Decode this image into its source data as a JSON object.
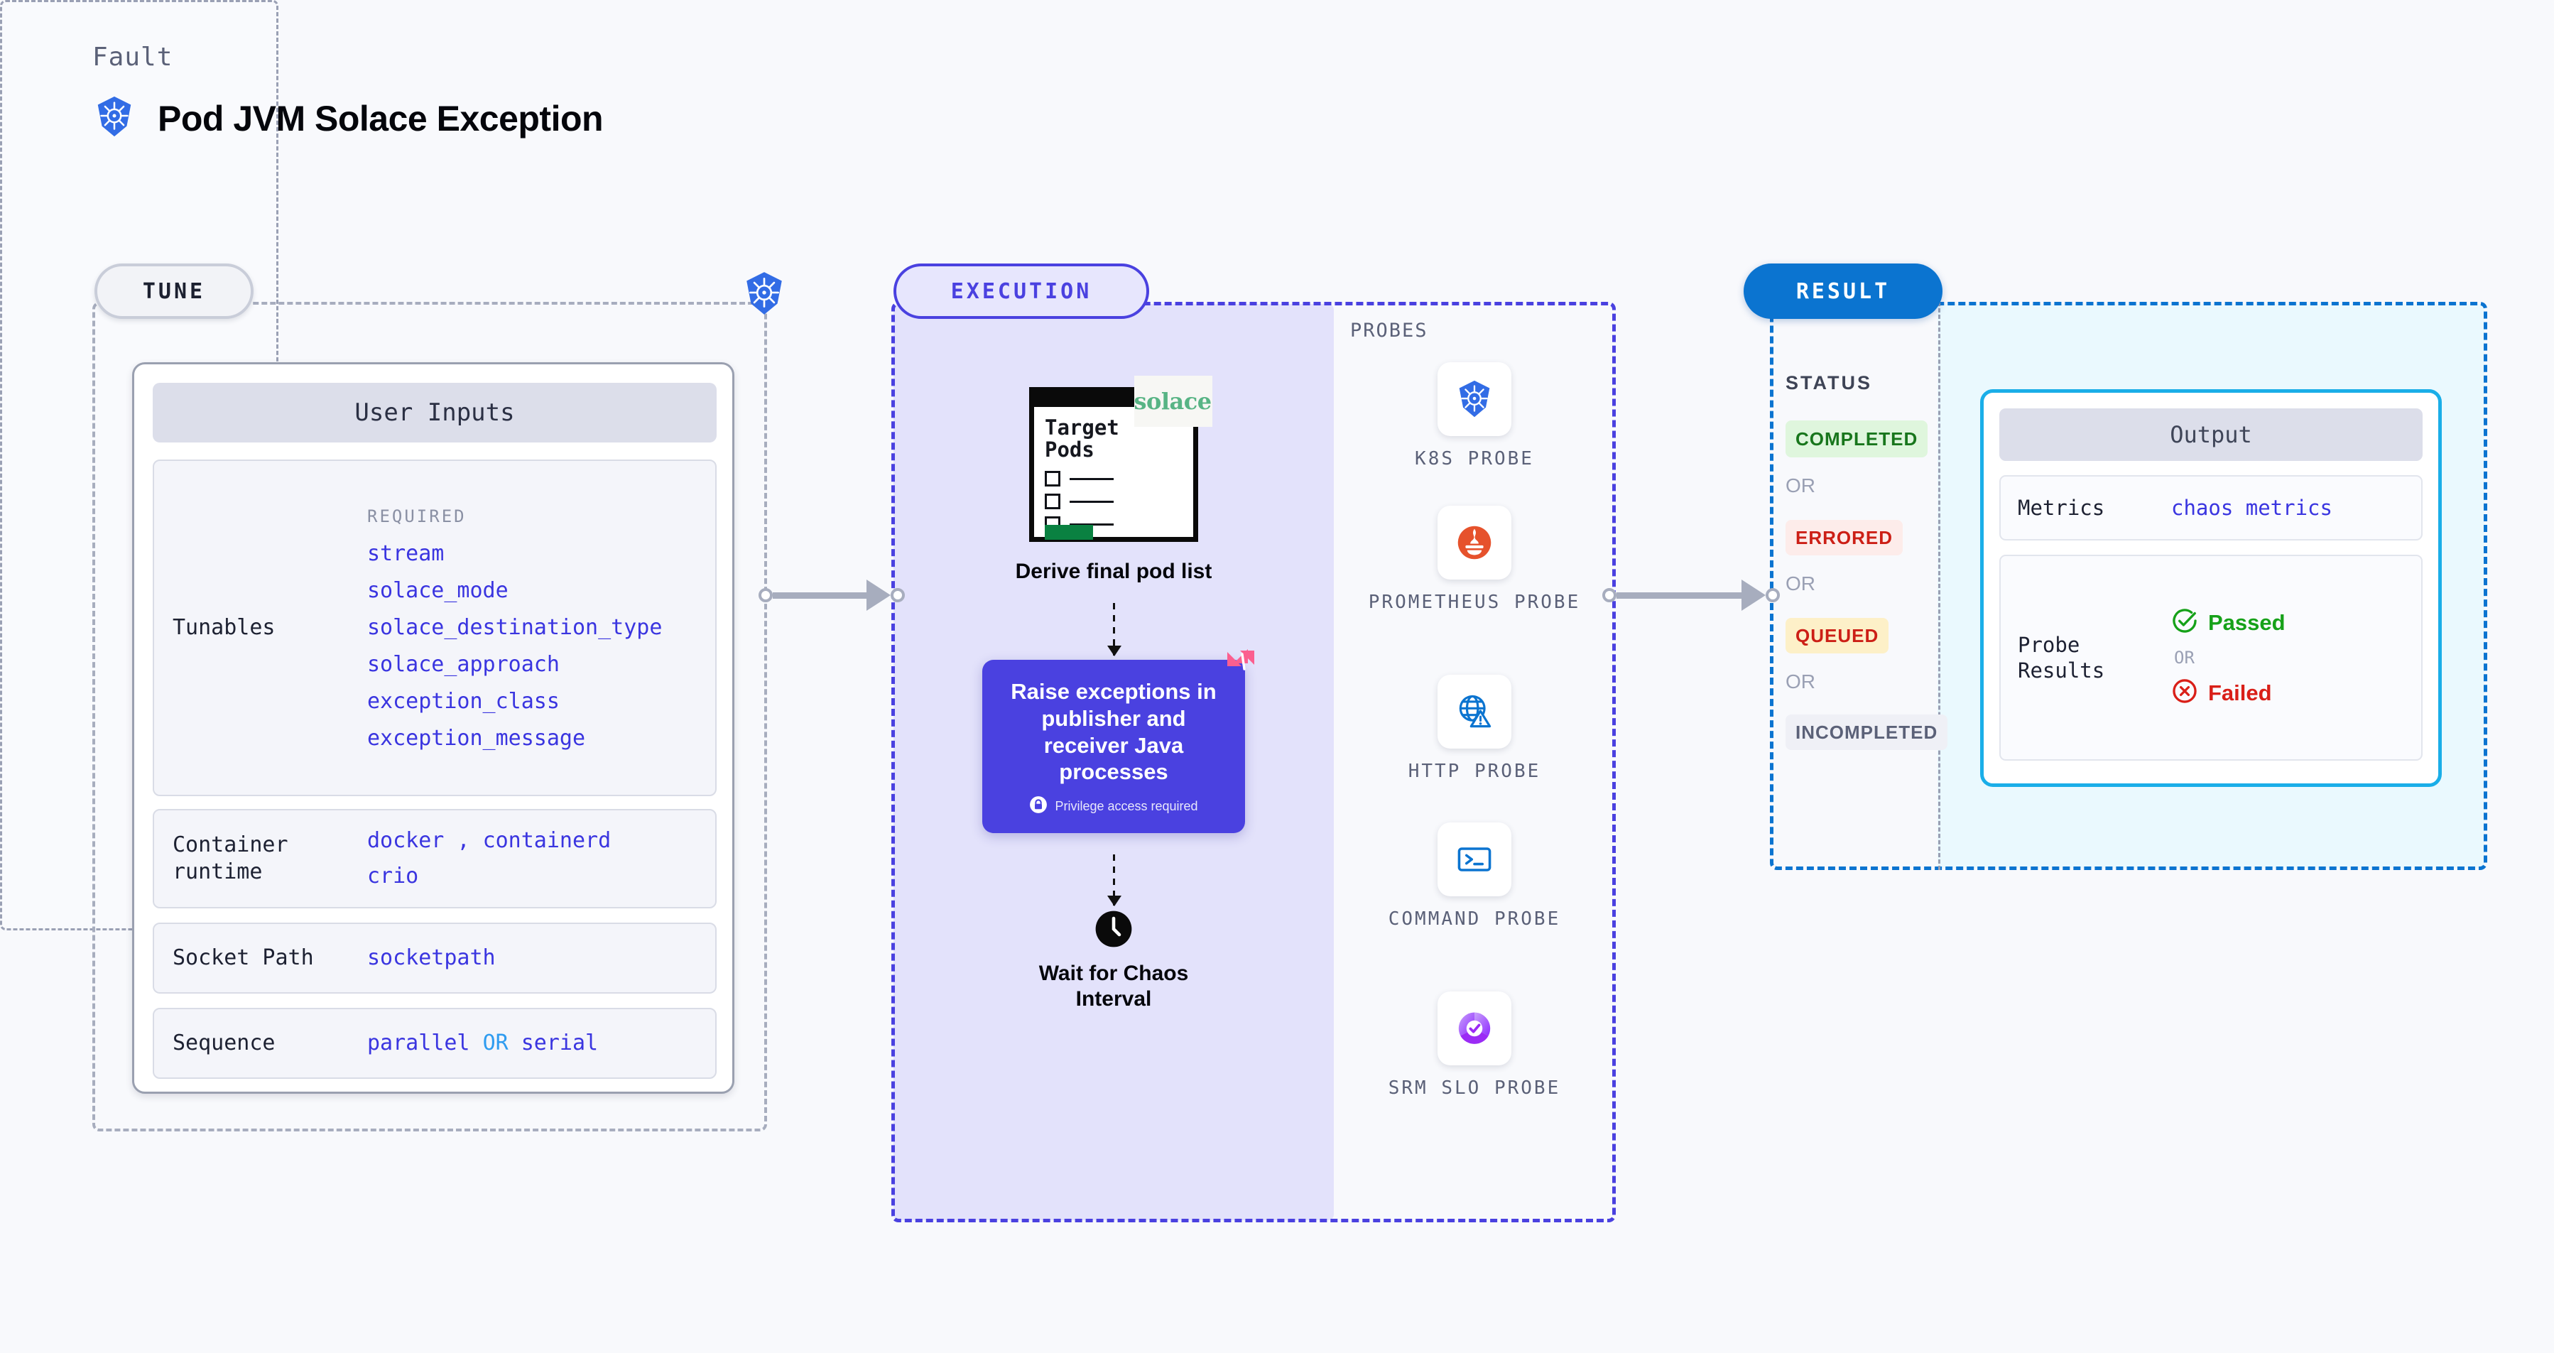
{
  "header": {
    "kicker": "Fault",
    "title": "Pod JVM Solace Exception",
    "icon": "kubernetes-icon"
  },
  "tune": {
    "pill_label": "TUNE",
    "badge_icon": "kubernetes-icon",
    "card_title": "User Inputs",
    "rows": [
      {
        "label": "Tunables",
        "required_tag": "REQUIRED",
        "values": [
          "stream",
          "solace_mode",
          "solace_destination_type",
          "solace_approach",
          "exception_class",
          "exception_message"
        ]
      },
      {
        "label": "Container runtime",
        "values": [
          "docker",
          "containerd",
          "crio"
        ],
        "separator": ","
      },
      {
        "label": "Socket Path",
        "values": [
          "socketpath"
        ]
      },
      {
        "label": "Sequence",
        "values": [
          "parallel",
          "serial"
        ],
        "separator": "OR"
      }
    ]
  },
  "execution": {
    "pill_label": "EXECUTION",
    "pods_card": {
      "title_line1": "Target",
      "title_line2": "Pods",
      "logo_text": "solace",
      "checkbox_count": 3
    },
    "step1_caption": "Derive final pod list",
    "action_card": {
      "text": "Raise exceptions in publisher and receiver Java processes",
      "privilege_note": "Privilege access required",
      "lock_icon": "lock-icon",
      "corner_mark": "litmus-icon",
      "color": "#4a41e0"
    },
    "step3_caption_line1": "Wait for Chaos",
    "step3_caption_line2": "Interval",
    "clock_icon": "clock-icon",
    "probes": {
      "title": "PROBES",
      "items": [
        {
          "label": "K8S PROBE",
          "icon": "kubernetes-icon"
        },
        {
          "label": "PROMETHEUS PROBE",
          "icon": "prometheus-icon"
        },
        {
          "label": "HTTP PROBE",
          "icon": "globe-warning-icon"
        },
        {
          "label": "COMMAND PROBE",
          "icon": "terminal-icon"
        },
        {
          "label": "SRM SLO PROBE",
          "icon": "slo-donut-check-icon"
        }
      ]
    }
  },
  "result": {
    "pill_label": "RESULT",
    "status_title": "STATUS",
    "or_label": "OR",
    "statuses": [
      {
        "label": "COMPLETED",
        "bg": "#dff6dd",
        "fg": "#18761c"
      },
      {
        "label": "ERRORED",
        "bg": "#fdecea",
        "fg": "#cc1f16"
      },
      {
        "label": "QUEUED",
        "bg": "#fdf0c8",
        "fg": "#cc1f16"
      },
      {
        "label": "INCOMPLETED",
        "bg": "#eff0f6",
        "fg": "#5b6178"
      }
    ],
    "output": {
      "title": "Output",
      "metrics_label": "Metrics",
      "metrics_value": "chaos metrics",
      "probe_label_line1": "Probe",
      "probe_label_line2": "Results",
      "passed_label": "Passed",
      "failed_label": "Failed",
      "or_label": "OR",
      "passed_icon": "check-circle-icon",
      "failed_icon": "x-circle-icon"
    }
  },
  "colors": {
    "page_bg": "#f8f9fc",
    "tune_border": "#a7adbe",
    "exec_border": "#4a41e0",
    "exec_fill": "#e3e2fb",
    "result_border": "#0b74d0",
    "result_fill": "#eaf9fe",
    "accent_code": "#3a35e0",
    "k8s_blue": "#326ce5"
  }
}
